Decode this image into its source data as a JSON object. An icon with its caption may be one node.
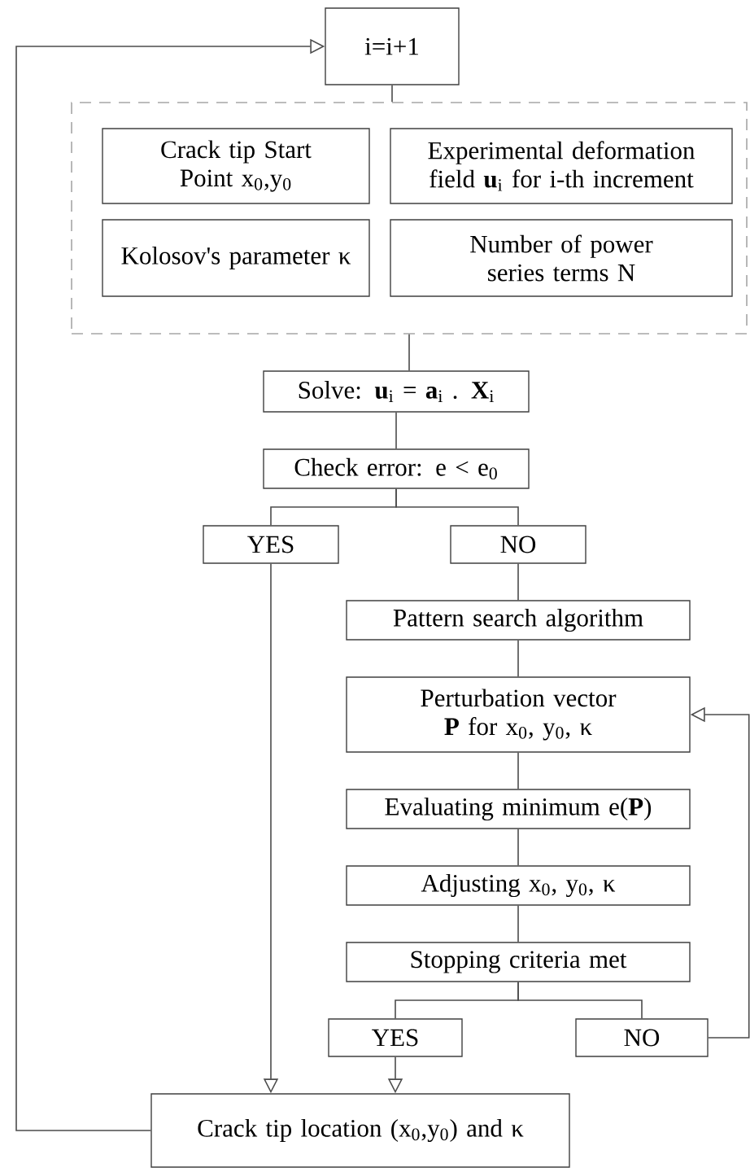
{
  "diagram": {
    "nodes": [
      {
        "text": [
          "i=i+1"
        ]
      },
      {
        "text": [],
        "shape": "box"
      },
      {
        "text": [
          "Crack tip Start Point x$_{0}$,y$_{0}$"
        ],
        "in": 1
      },
      {
        "text": [
          "Experimental deformation field **u**$_{i}$ for i-th increment"
        ],
        "in": 1
      },
      {
        "text": [
          "Kolosov's parameter κ"
        ],
        "in": 1
      },
      {
        "text": [
          "Number of power series terms N"
        ],
        "in": 1
      },
      {
        "text": [
          "Solve: **u**$_{i}$ = **a**$_{i}$ . **X**$_{i}$"
        ]
      },
      {
        "text": [
          "Check error: e < e$_{0}$"
        ]
      },
      {
        "text": [
          "YES"
        ]
      },
      {
        "text": [
          "NO"
        ]
      },
      {
        "text": [
          "Pattern search algorithm"
        ]
      },
      {
        "text": [
          "Perturbation vector **P** for x$_{0}$, y$_{0}$, κ"
        ]
      },
      {
        "text": [
          "Evaluating minimum e(**P**)"
        ]
      },
      {
        "text": [
          "Adjusting x$_{0}$, y$_{0}$, κ"
        ]
      },
      {
        "text": [
          "Stopping criteria met"
        ]
      },
      {
        "text": [
          "YES"
        ]
      },
      {
        "text": [
          "NO"
        ]
      },
      {
        "text": [
          "Crack tip location (x$_{0}$,y$_{0}$) and κ"
        ]
      }
    ],
    "edges": [
      {
        "from": 0,
        "to": 1,
        "arrow": "none"
      },
      {
        "from": 1,
        "to": 6,
        "arrow": "none"
      },
      {
        "from": 6,
        "to": 7,
        "arrow": "none"
      },
      {
        "from": 7,
        "to": 8,
        "arrow": "none"
      },
      {
        "from": 7,
        "to": 9,
        "arrow": "none"
      },
      {
        "from": 9,
        "to": 10,
        "arrow": "none"
      },
      {
        "from": 10,
        "to": 11,
        "arrow": "none"
      },
      {
        "from": 11,
        "to": 12,
        "arrow": "none"
      },
      {
        "from": 12,
        "to": 13,
        "arrow": "none"
      },
      {
        "from": 13,
        "to": 14,
        "arrow": "none"
      },
      {
        "from": 14,
        "to": 15,
        "arrow": "none"
      },
      {
        "from": 14,
        "to": 16,
        "arrow": "none"
      },
      {
        "from": 8,
        "to": 17,
        "arrow": "to"
      },
      {
        "from": 15,
        "to": 17,
        "arrow": "to"
      },
      {
        "from": 16,
        "to": 11,
        "arrow": "to"
      },
      {
        "from": 17,
        "to": 0,
        "arrow": "to"
      }
    ]
  }
}
